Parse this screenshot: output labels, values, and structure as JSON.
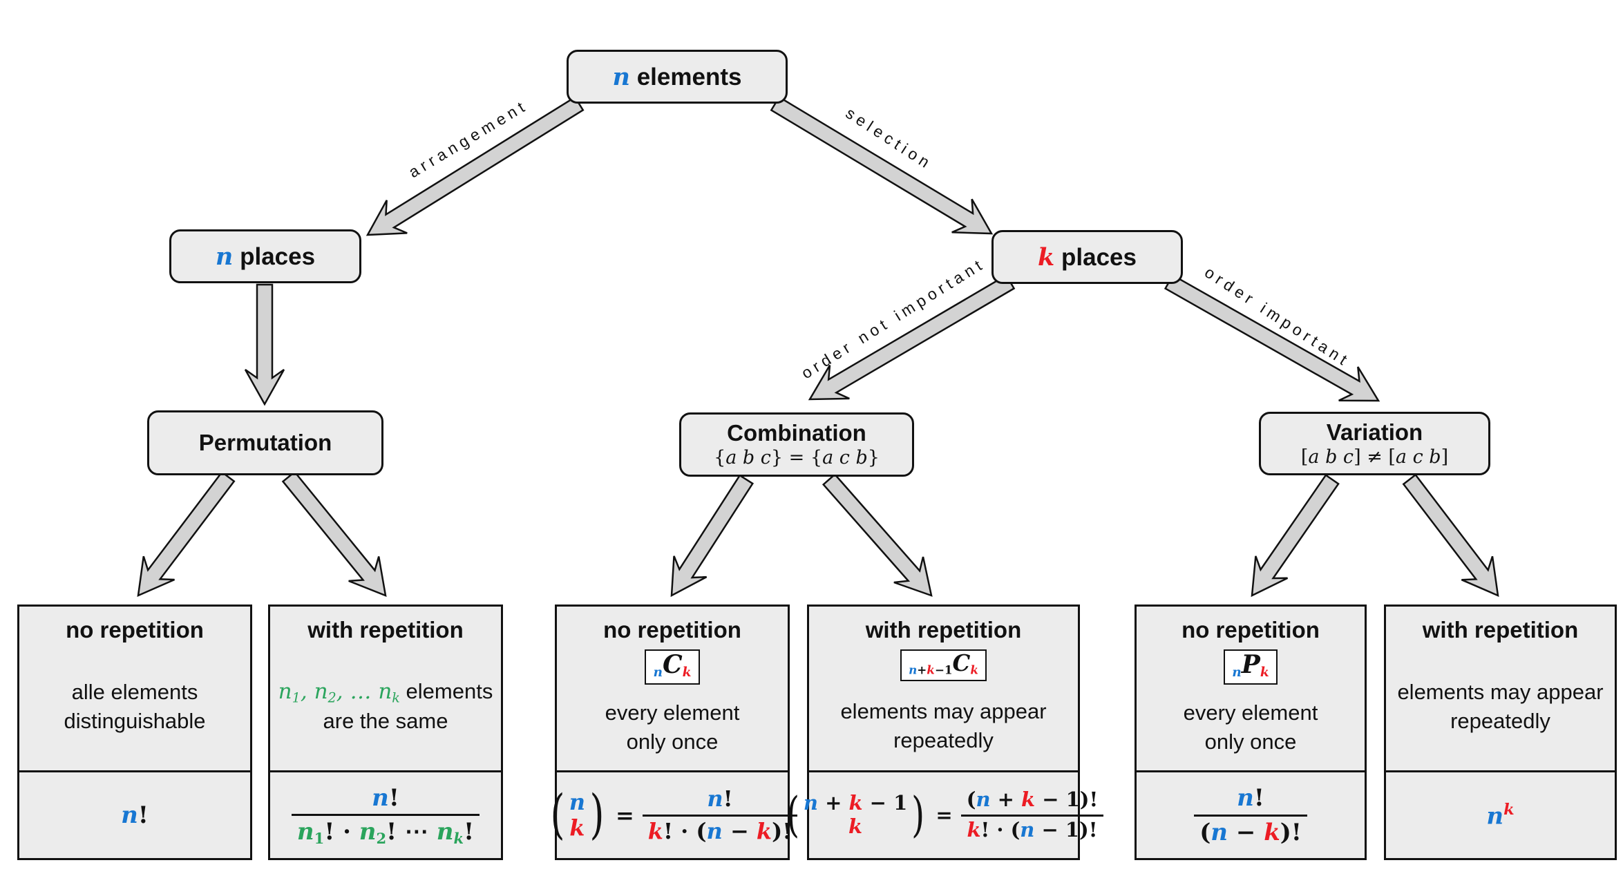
{
  "palette": {
    "blue": "#1877d2",
    "red": "#ec1c24",
    "green": "#2aa45c",
    "node_fill": "#ececec",
    "arrow_fill": "#d3d3d3",
    "border": "#111111"
  },
  "edges": {
    "arrangement": "arrangement",
    "selection": "selection",
    "order_not_important": "order not important",
    "order_important": "order important"
  },
  "nodes": {
    "root": {
      "label": [
        {
          "t": "n",
          "c": "blue",
          "s": "mi"
        },
        {
          "t": " elements"
        }
      ]
    },
    "n_places": {
      "label": [
        {
          "t": "n",
          "c": "blue",
          "s": "mi"
        },
        {
          "t": " places"
        }
      ]
    },
    "k_places": {
      "label": [
        {
          "t": "k",
          "c": "red",
          "s": "mi"
        },
        {
          "t": " places"
        }
      ]
    },
    "permutation": {
      "title": "Permutation"
    },
    "combination": {
      "title": "Combination",
      "subtitle": [
        {
          "t": "{",
          "s": "m2"
        },
        {
          "t": "a b c",
          "s": "it"
        },
        {
          "t": "} = {",
          "s": "m2"
        },
        {
          "t": "a c b",
          "s": "it"
        },
        {
          "t": "}",
          "s": "m2"
        }
      ]
    },
    "variation": {
      "title": "Variation",
      "subtitle": [
        {
          "t": "[",
          "s": "m2"
        },
        {
          "t": "a b c",
          "s": "it"
        },
        {
          "t": "] ≠ [",
          "s": "m2"
        },
        {
          "t": "a c b",
          "s": "it"
        },
        {
          "t": "]",
          "s": "m2"
        }
      ]
    }
  },
  "boxes": [
    {
      "title": "no repetition",
      "desc1": [
        {
          "t": "alle elements"
        }
      ],
      "desc2": [
        {
          "t": "distinguishable"
        }
      ],
      "formula": {
        "plain": [
          {
            "t": "n",
            "c": "blue",
            "s": "mi"
          },
          {
            "t": "!",
            "s": "m"
          }
        ]
      }
    },
    {
      "title": "with repetition",
      "desc1": [
        {
          "t": "n",
          "c": "green",
          "s": "it"
        },
        {
          "t": "1",
          "c": "green",
          "s": "it sub"
        },
        {
          "t": ", ",
          "c": "green",
          "s": "it"
        },
        {
          "t": "n",
          "c": "green",
          "s": "it"
        },
        {
          "t": "2",
          "c": "green",
          "s": "it sub"
        },
        {
          "t": ", … ",
          "c": "green",
          "s": "it"
        },
        {
          "t": "n",
          "c": "green",
          "s": "it"
        },
        {
          "t": "k",
          "c": "green",
          "s": "it sub"
        },
        {
          "t": " elements"
        }
      ],
      "desc2": [
        {
          "t": "are the same"
        }
      ],
      "formula": {
        "num": [
          {
            "t": "n",
            "c": "blue",
            "s": "mi"
          },
          {
            "t": "!",
            "s": "m"
          }
        ],
        "den": [
          {
            "t": "n",
            "c": "green",
            "s": "mi"
          },
          {
            "t": "1",
            "c": "green",
            "s": "m sub"
          },
          {
            "t": "! · ",
            "s": "m"
          },
          {
            "t": "n",
            "c": "green",
            "s": "mi"
          },
          {
            "t": "2",
            "c": "green",
            "s": "m sub"
          },
          {
            "t": "! ⋯ ",
            "s": "m"
          },
          {
            "t": "n",
            "c": "green",
            "s": "mi"
          },
          {
            "t": "k",
            "c": "green",
            "s": "mi sub"
          },
          {
            "t": "!",
            "s": "m"
          }
        ]
      }
    },
    {
      "title": "no repetition",
      "chip": [
        {
          "t": "n",
          "c": "blue",
          "s": "mi sub"
        },
        {
          "t": "C",
          "s": "mi big"
        },
        {
          "t": "k",
          "c": "red",
          "s": "mi sub"
        }
      ],
      "desc1": [
        {
          "t": "every element"
        }
      ],
      "desc2": [
        {
          "t": "only once"
        }
      ],
      "formula": {
        "binom_top": [
          {
            "t": "n",
            "c": "blue",
            "s": "mi"
          }
        ],
        "binom_bot": [
          {
            "t": "k",
            "c": "red",
            "s": "mi"
          }
        ],
        "num": [
          {
            "t": "n",
            "c": "blue",
            "s": "mi"
          },
          {
            "t": "!",
            "s": "m"
          }
        ],
        "den": [
          {
            "t": "k",
            "c": "red",
            "s": "mi"
          },
          {
            "t": "! · (",
            "s": "m"
          },
          {
            "t": "n",
            "c": "blue",
            "s": "mi"
          },
          {
            "t": " − ",
            "s": "m"
          },
          {
            "t": "k",
            "c": "red",
            "s": "mi"
          },
          {
            "t": ")!",
            "s": "m"
          }
        ]
      }
    },
    {
      "title": "with repetition",
      "chip": [
        {
          "t": "n",
          "c": "blue",
          "s": "mi sub"
        },
        {
          "t": "+",
          "s": "m sub"
        },
        {
          "t": "k",
          "c": "red",
          "s": "mi sub"
        },
        {
          "t": "−1",
          "s": "m sub"
        },
        {
          "t": "C",
          "s": "mi big"
        },
        {
          "t": "k",
          "c": "red",
          "s": "mi sub"
        }
      ],
      "desc1": [
        {
          "t": "elements may appear"
        }
      ],
      "desc2": [
        {
          "t": "repeatedly"
        }
      ],
      "formula": {
        "binom_top": [
          {
            "t": "n",
            "c": "blue",
            "s": "mi"
          },
          {
            "t": " + ",
            "s": "m"
          },
          {
            "t": "k",
            "c": "red",
            "s": "mi"
          },
          {
            "t": " − 1",
            "s": "m"
          }
        ],
        "binom_bot": [
          {
            "t": "k",
            "c": "red",
            "s": "mi"
          }
        ],
        "num": [
          {
            "t": "(",
            "s": "m"
          },
          {
            "t": "n",
            "c": "blue",
            "s": "mi"
          },
          {
            "t": " + ",
            "s": "m"
          },
          {
            "t": "k",
            "c": "red",
            "s": "mi"
          },
          {
            "t": " − 1)!",
            "s": "m"
          }
        ],
        "den": [
          {
            "t": "k",
            "c": "red",
            "s": "mi"
          },
          {
            "t": "! · (",
            "s": "m"
          },
          {
            "t": "n",
            "c": "blue",
            "s": "mi"
          },
          {
            "t": " − 1)!",
            "s": "m"
          }
        ]
      }
    },
    {
      "title": "no repetition",
      "chip": [
        {
          "t": "n",
          "c": "blue",
          "s": "mi sub"
        },
        {
          "t": "P",
          "s": "mi big"
        },
        {
          "t": "k",
          "c": "red",
          "s": "mi sub"
        }
      ],
      "desc1": [
        {
          "t": "every element"
        }
      ],
      "desc2": [
        {
          "t": "only once"
        }
      ],
      "formula": {
        "num": [
          {
            "t": "n",
            "c": "blue",
            "s": "mi"
          },
          {
            "t": "!",
            "s": "m"
          }
        ],
        "den": [
          {
            "t": "(",
            "s": "m"
          },
          {
            "t": "n",
            "c": "blue",
            "s": "mi"
          },
          {
            "t": " − ",
            "s": "m"
          },
          {
            "t": "k",
            "c": "red",
            "s": "mi"
          },
          {
            "t": ")!",
            "s": "m"
          }
        ]
      }
    },
    {
      "title": "with repetition",
      "desc1": [
        {
          "t": "elements may appear"
        }
      ],
      "desc2": [
        {
          "t": "repeatedly"
        }
      ],
      "formula": {
        "plain": [
          {
            "t": "n",
            "c": "blue",
            "s": "mi"
          },
          {
            "t": "k",
            "c": "red",
            "s": "mi sup"
          }
        ]
      }
    }
  ]
}
